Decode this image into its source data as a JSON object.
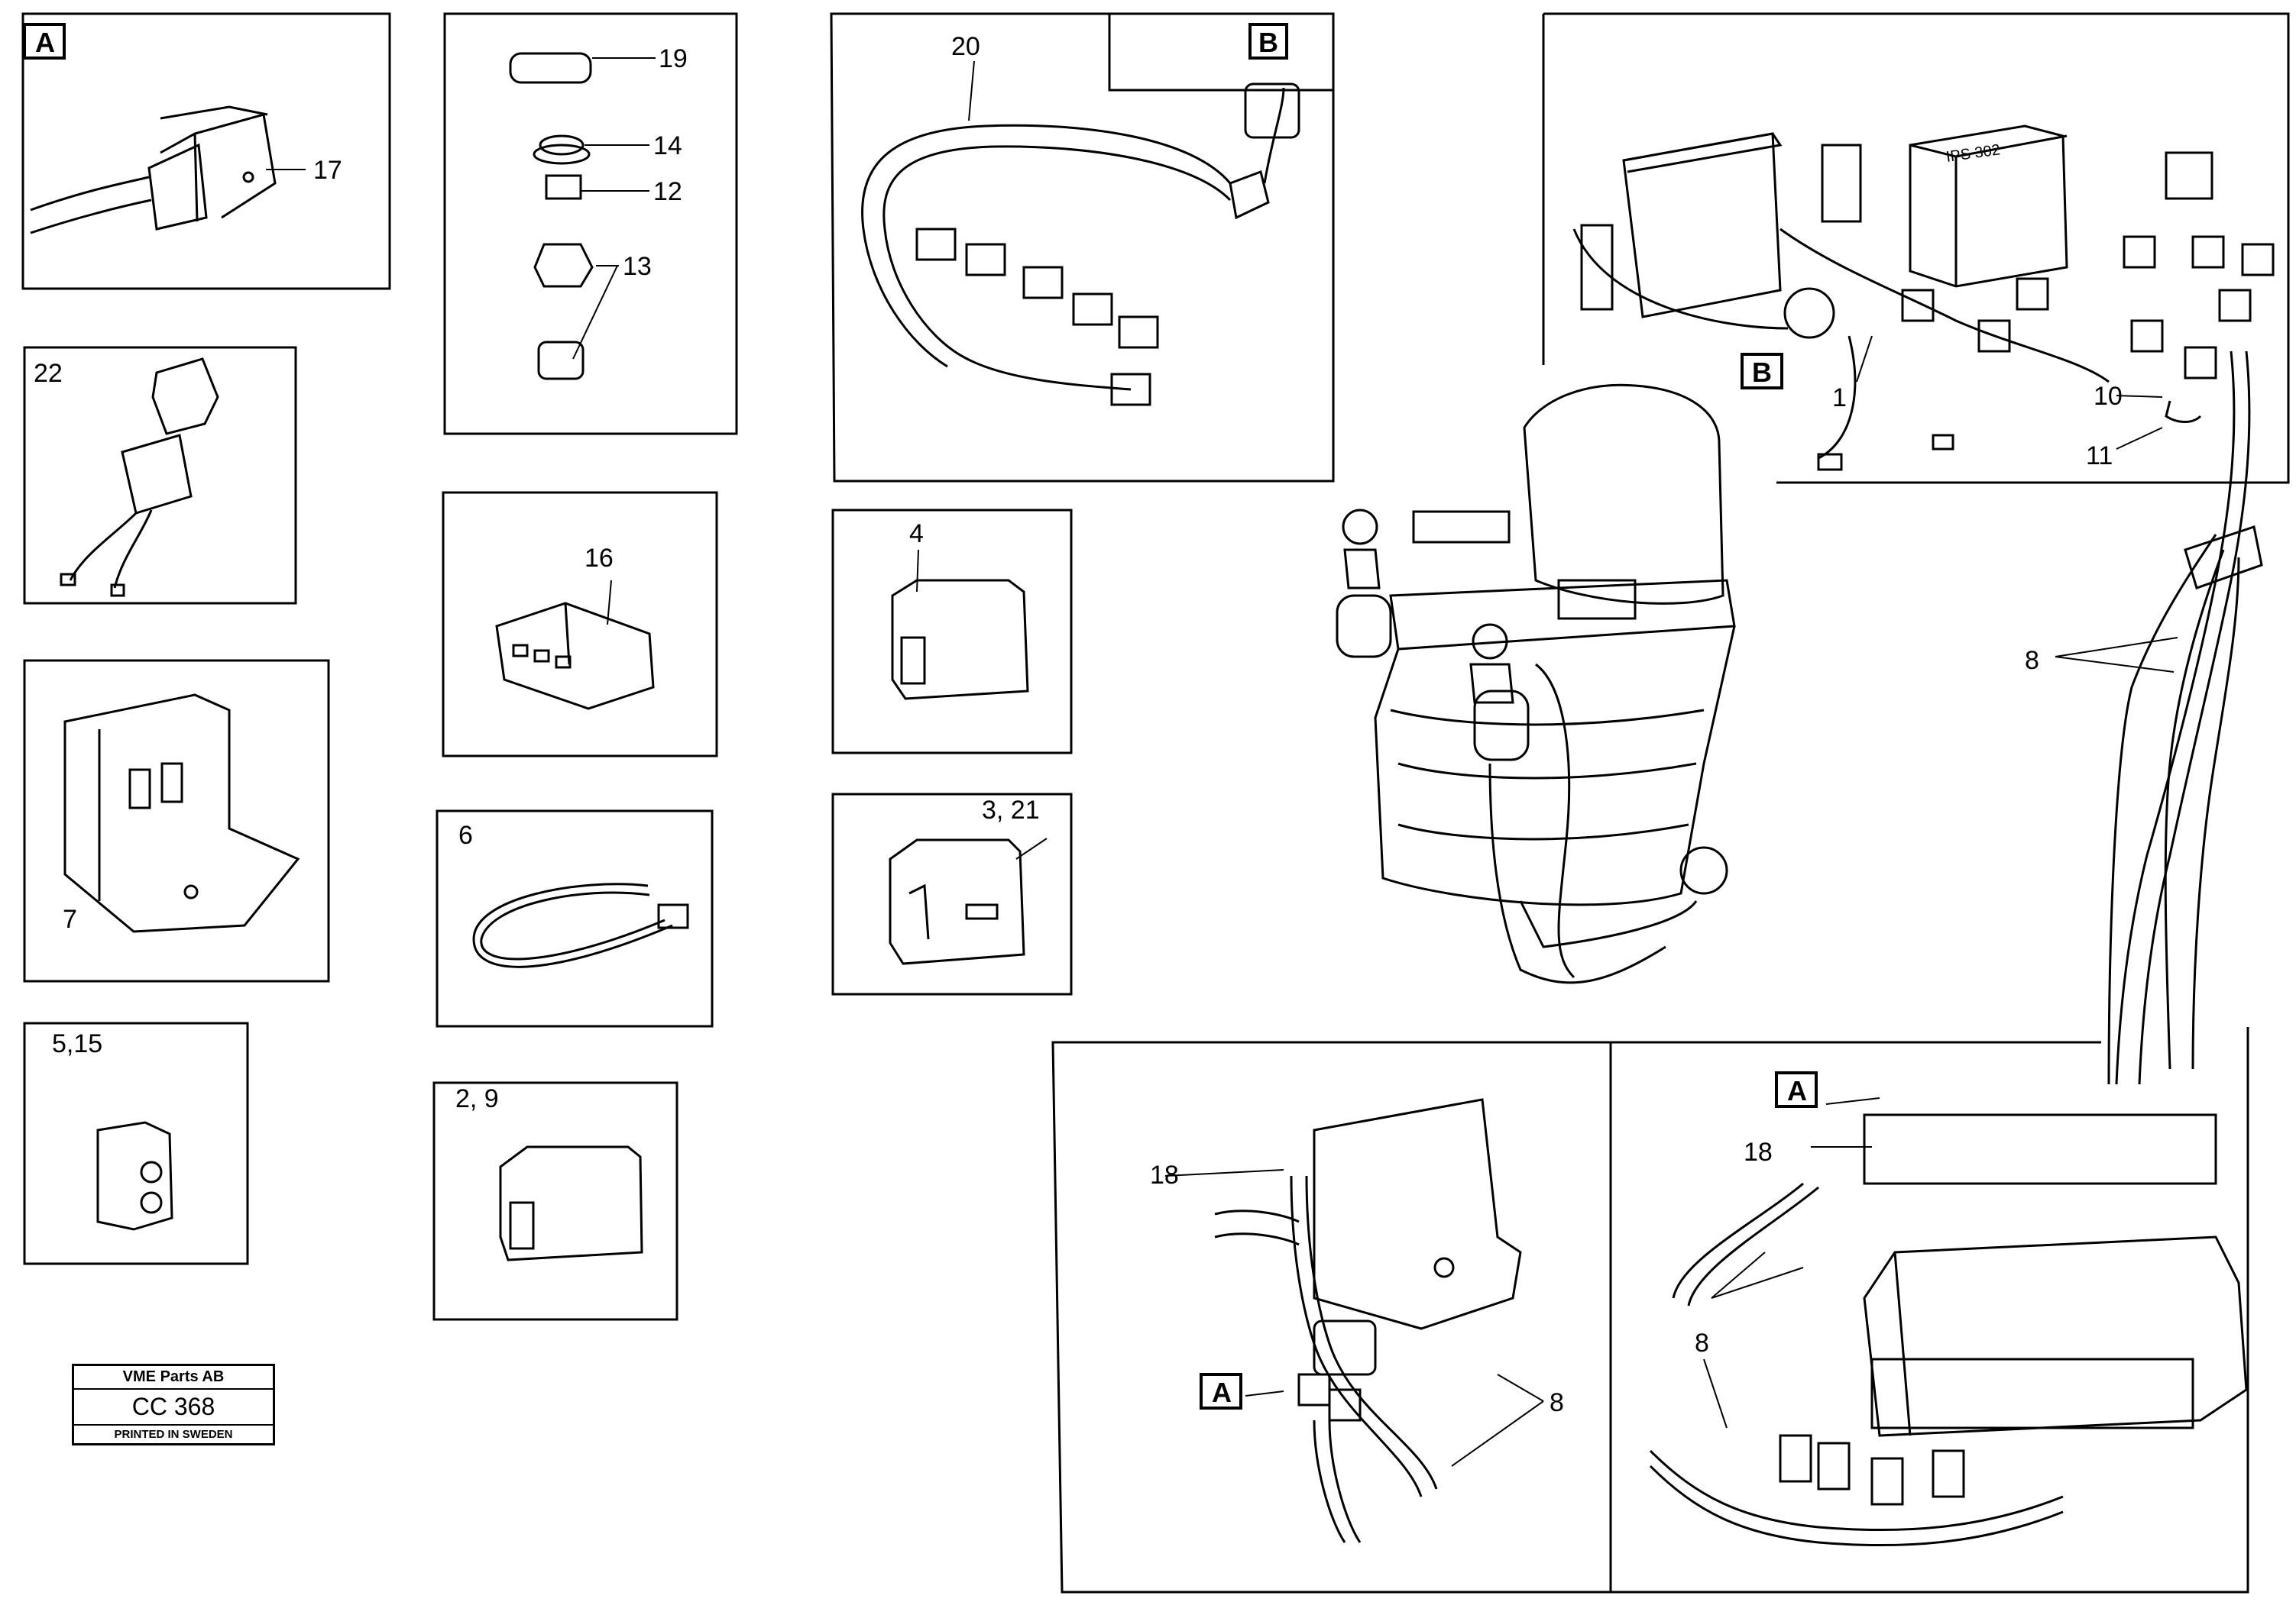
{
  "callouts": {
    "c1": "1",
    "c2_9": "2, 9",
    "c3_21": "3, 21",
    "c4": "4",
    "c5_15": "5,15",
    "c6": "6",
    "c7": "7",
    "c8a": "8",
    "c8b": "8",
    "c8c": "8",
    "c10": "10",
    "c11": "11",
    "c12": "12",
    "c13": "13",
    "c14": "14",
    "c16": "16",
    "c17": "17",
    "c18a": "18",
    "c18b": "18",
    "c19": "19",
    "c20": "20",
    "c22": "22"
  },
  "tags": {
    "a_box": "A",
    "a_valve_left": "A",
    "a_valve_right": "A",
    "b_top": "B",
    "b_unit": "B"
  },
  "unit_label": "IPS 302",
  "stamp": {
    "company": "VME Parts AB",
    "code": "CC 368",
    "printed": "PRINTED IN SWEDEN"
  }
}
